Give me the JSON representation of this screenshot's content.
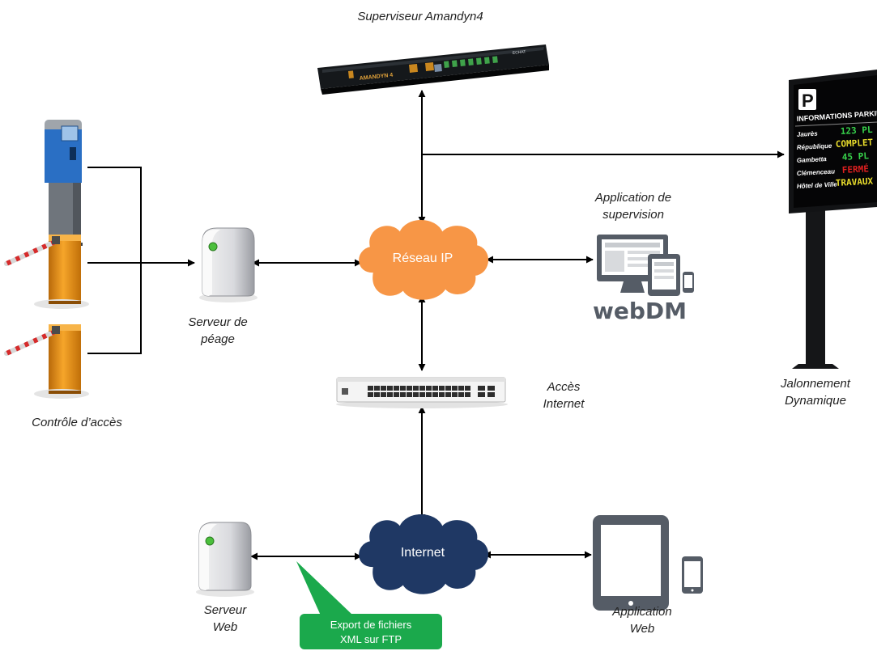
{
  "labels": {
    "supervisor": "Superviseur Amandyn4",
    "access_control": "Contrôle d’accès",
    "toll_server_line1": "Serveur de",
    "toll_server_line2": "péage",
    "ip_network": "Réseau IP",
    "supervision_app_line1": "Application de",
    "supervision_app_line2": "supervision",
    "internet_access_line1": "Accès",
    "internet_access_line2": "Internet",
    "dynamic_signage_line1": "Jalonnement",
    "dynamic_signage_line2": "Dynamique",
    "internet": "Internet",
    "web_server_line1": "Serveur",
    "web_server_line2": "Web",
    "web_app_line1": "Application",
    "web_app_line2": "Web",
    "export_line1": "Export de fichiers",
    "export_line2": "XML sur FTP"
  },
  "supervisor_device": {
    "brand": "AMANDYN 4",
    "maker": "ECHAT"
  },
  "webdm_logo": "webDM",
  "sign": {
    "parking_symbol": "P",
    "header": "INFORMATIONS PARKINGS",
    "rows": [
      {
        "name": "Jaurès",
        "status": "123 PL"
      },
      {
        "name": "République",
        "status": "COMPLET"
      },
      {
        "name": "Gambetta",
        "status": "45 PL"
      },
      {
        "name": "Clémenceau",
        "status": "FERMÉ"
      },
      {
        "name": "Hôtel de Ville",
        "status": "TRAVAUX"
      }
    ]
  },
  "colors": {
    "ip_cloud": "#F79646",
    "internet_cloud": "#1F3864",
    "callout": "#1BA94C",
    "barrier": "#E8890C",
    "sign_green": "#37D14B",
    "sign_yellow": "#E8DC2C",
    "sign_red": "#E02020",
    "device_gray": "#555C66"
  }
}
